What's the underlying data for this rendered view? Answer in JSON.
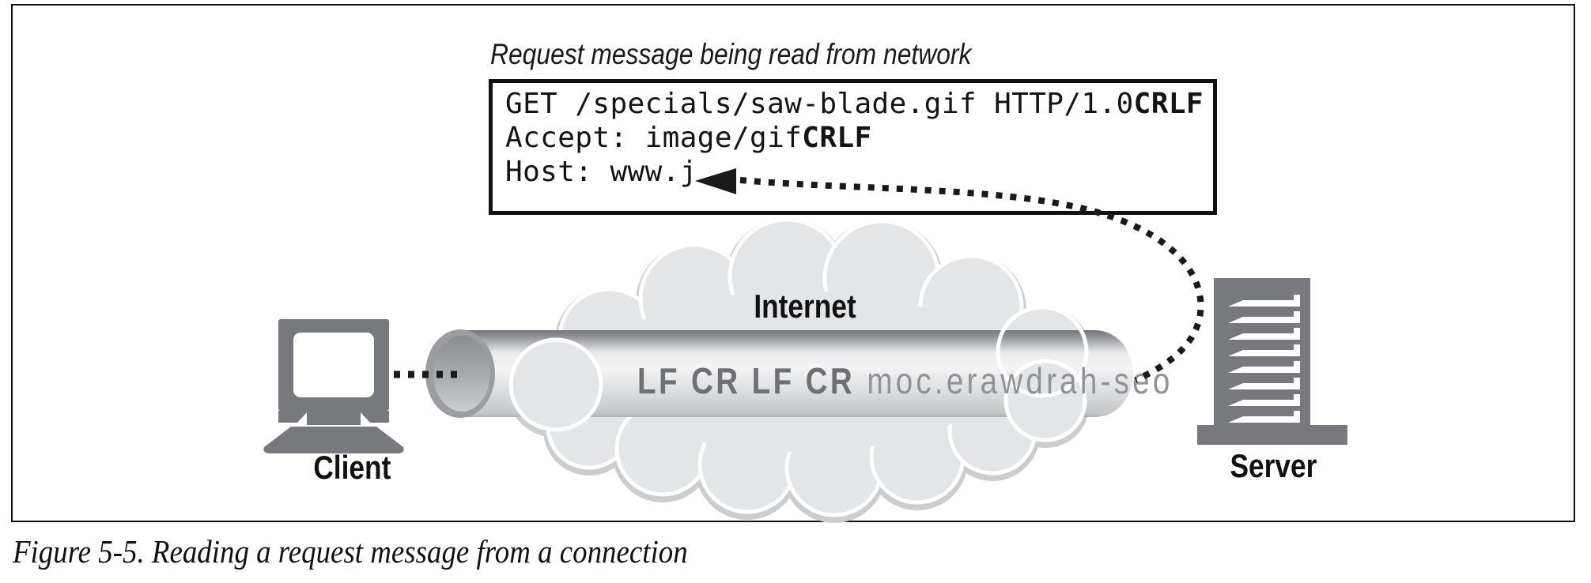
{
  "figure": {
    "callout_label": "Request message being read from network",
    "request_box": {
      "lines": [
        {
          "body": "GET /specials/saw-blade.gif HTTP/1.0",
          "crlf": "CRLF"
        },
        {
          "body": "Accept: image/gif",
          "crlf": "CRLF"
        },
        {
          "body": "Host: www.j",
          "crlf": ""
        }
      ]
    },
    "cloud_label": "Internet",
    "pipe_text": {
      "control_chars": "LF CR LF CR",
      "reversed_host": "moc.erawdrah-seo"
    },
    "client_label": "Client",
    "server_label": "Server",
    "caption": "Figure 5-5. Reading a request message from a connection",
    "colors": {
      "ink_black": "#1a1a1a",
      "icon_gray": "#77797c",
      "cloud_fill": "#e4e5e7",
      "cloud_rim": "#cbcdcf",
      "pipe_top": "#77797c",
      "pipe_highlight": "#f4f4f5",
      "pipe_bottom": "#b9bbbd",
      "pipe_ctl_text": "#6e7073",
      "pipe_rev_text": "#8f9296"
    }
  }
}
